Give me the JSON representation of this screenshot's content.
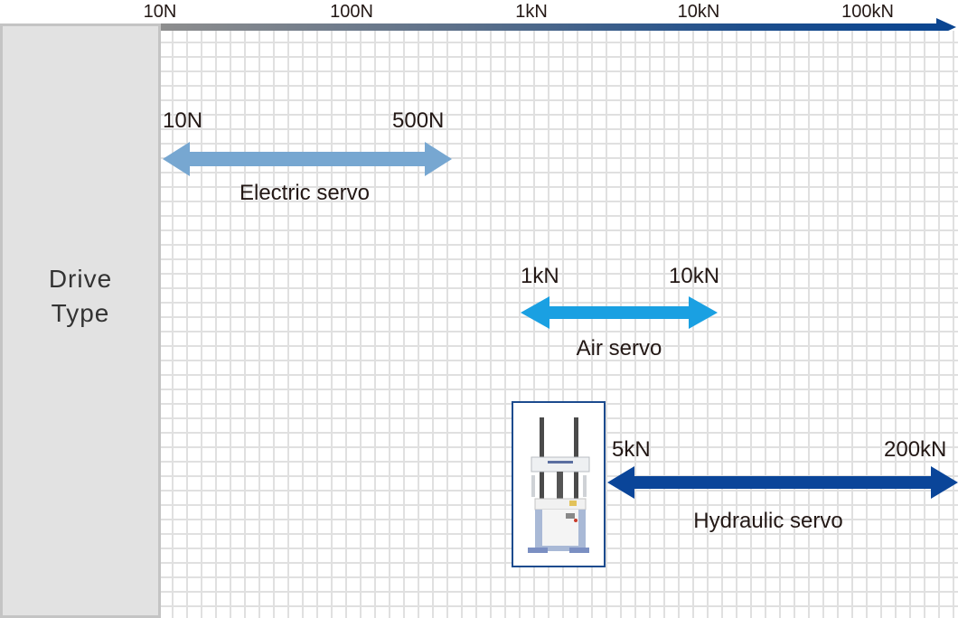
{
  "axis": {
    "ticks": [
      "10N",
      "100N",
      "1kN",
      "10kN",
      "100kN"
    ],
    "scale": "logarithmic",
    "unit": "N",
    "direction_arrow": "arrow-right-icon"
  },
  "side_panel": {
    "title_line1": "Drive",
    "title_line2": "Type"
  },
  "ranges": [
    {
      "name": "Electric servo",
      "min_label": "10N",
      "max_label": "500N",
      "min": 10,
      "max": 500,
      "color": "#77a7d1"
    },
    {
      "name": "Air servo",
      "min_label": "1kN",
      "max_label": "10kN",
      "min": 1000,
      "max": 10000,
      "color": "#1aa0e2"
    },
    {
      "name": "Hydraulic servo",
      "min_label": "5kN",
      "max_label": "200kN",
      "min": 5000,
      "max": 200000,
      "color": "#0a4599"
    }
  ],
  "machine_image": {
    "icon": "hydraulic-testing-machine-icon",
    "frame_color": "#1c4b8e"
  },
  "colors": {
    "grid": "#e0e0e0",
    "panel": "#e2e2e2",
    "text": "#231815"
  }
}
